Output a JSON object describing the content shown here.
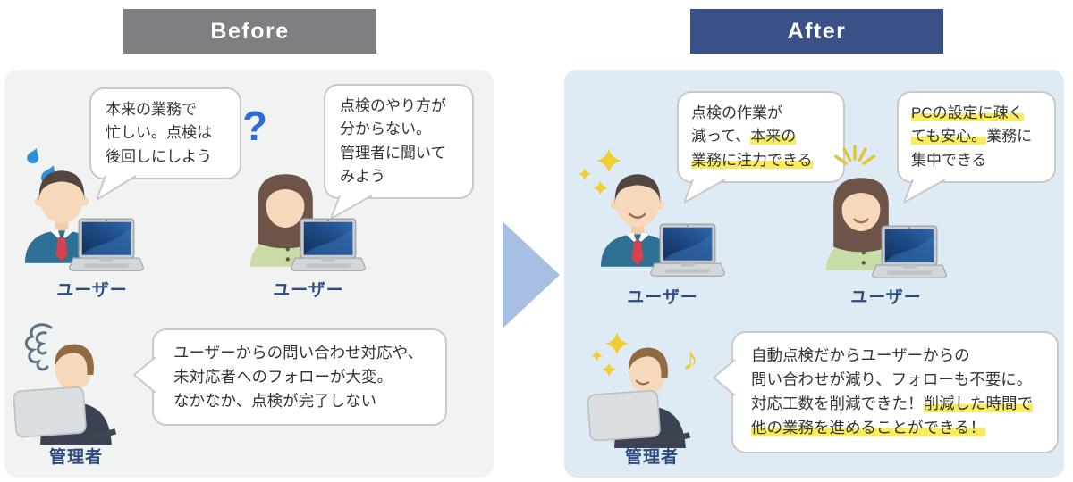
{
  "headers": {
    "before": "Before",
    "after": "After"
  },
  "colors": {
    "before_header_bg": "#7E7E83",
    "after_header_bg": "#3A5187",
    "before_panel_bg": "#F1F2F2",
    "after_panel_bg": "#DFEBF4",
    "arrow": "#A6BFE3",
    "highlight_marker": "#F8EC5E",
    "bubble_border": "#C9C9C9",
    "label_text": "#2B4A7D"
  },
  "arrow": {
    "icon": "right-arrow-icon"
  },
  "before": {
    "user1": {
      "label": "ユーザー",
      "icon": "sweat-drops-icon",
      "bubble": [
        [
          [
            "本来の業務で",
            false
          ]
        ],
        [
          [
            "忙しい。点検は",
            false
          ]
        ],
        [
          [
            "後回しにしよう",
            false
          ]
        ]
      ]
    },
    "user2": {
      "label": "ユーザー",
      "icon": "question-mark-icon",
      "question_mark": "?",
      "bubble": [
        [
          [
            "点検のやり方が",
            false
          ]
        ],
        [
          [
            "分からない。",
            false
          ]
        ],
        [
          [
            "管理者に聞いて",
            false
          ]
        ],
        [
          [
            "みよう",
            false
          ]
        ]
      ]
    },
    "manager": {
      "label": "管理者",
      "icon": "stress-scribble-icon",
      "bubble": [
        [
          [
            "ユーザーからの問い合わせ対応や、",
            false
          ]
        ],
        [
          [
            "未対応者へのフォローが大変。",
            false
          ]
        ],
        [
          [
            "なかなか、点検が完了しない",
            false
          ]
        ]
      ]
    }
  },
  "after": {
    "user1": {
      "label": "ユーザー",
      "icon": "sparkles-icon",
      "bubble": [
        [
          [
            "点検の作業が",
            false
          ]
        ],
        [
          [
            "減って、",
            false
          ],
          [
            "本来の",
            true
          ]
        ],
        [
          [
            "業務に注力できる",
            true
          ]
        ]
      ]
    },
    "user2": {
      "label": "ユーザー",
      "icon": "radiance-icon",
      "bubble": [
        [
          [
            "PCの設定に疎く",
            true
          ]
        ],
        [
          [
            "ても安心。",
            true
          ],
          [
            "業務に",
            false
          ]
        ],
        [
          [
            "集中できる",
            false
          ]
        ]
      ]
    },
    "manager": {
      "label": "管理者",
      "icon": "sparkles-music-note-icon",
      "music_note": "♪",
      "bubble": [
        [
          [
            "自動点検だからユーザーからの",
            false
          ]
        ],
        [
          [
            "問い合わせが減り、フォローも不要に。",
            false
          ]
        ],
        [
          [
            "対応工数を削減できた！",
            false
          ],
          [
            "削減した時間で",
            true
          ]
        ],
        [
          [
            "他の業務を進めることができる！",
            true
          ]
        ]
      ]
    }
  }
}
